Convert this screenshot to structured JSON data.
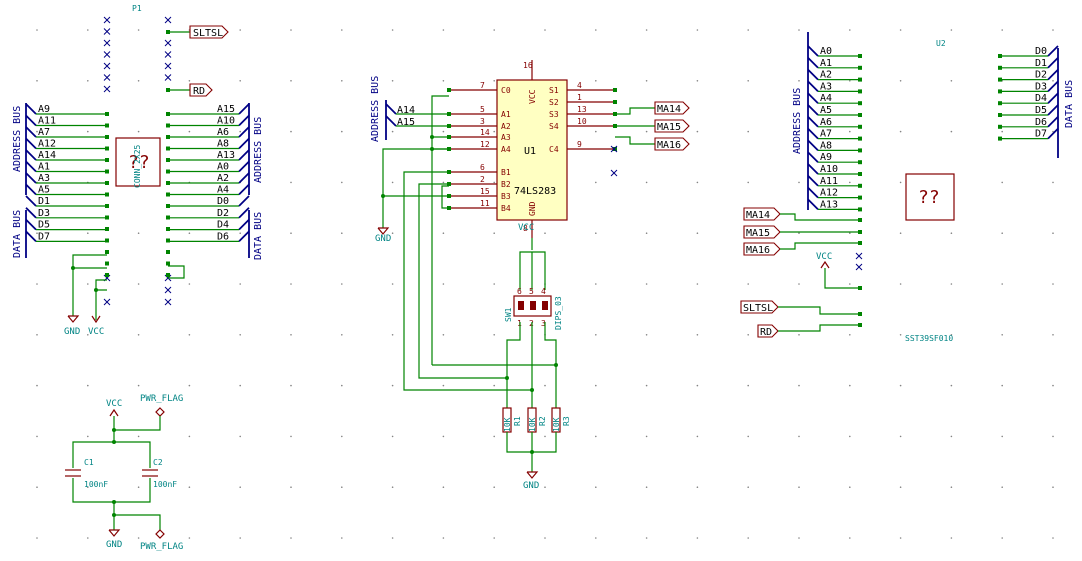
{
  "p1": {
    "ref": "P1",
    "value": "CONN_2X25",
    "left_bus": "ADDRESS BUS",
    "left_data_bus": "DATA BUS",
    "right_bus": "ADDRESS BUS",
    "right_data_bus": "DATA BUS",
    "left_address_labels": [
      "A9",
      "A11",
      "A7",
      "A12",
      "A14",
      "A1",
      "A3",
      "A5"
    ],
    "left_data_labels": [
      "D1",
      "D3",
      "D5",
      "D7"
    ],
    "right_address_labels": [
      "A15",
      "A10",
      "A6",
      "A8",
      "A13",
      "A0",
      "A2",
      "A4"
    ],
    "right_data_labels": [
      "D0",
      "D2",
      "D4",
      "D6"
    ],
    "global_labels": [
      "SLTSL",
      "RD"
    ],
    "power": [
      "GND",
      "VCC"
    ]
  },
  "u1": {
    "ref": "U1",
    "value": "74LS283",
    "bus_label": "ADDRESS BUS",
    "bus_entries": [
      "A14",
      "A15"
    ],
    "left_pins": [
      {
        "num": "7",
        "name": "C0"
      },
      {
        "num": "5",
        "name": "A1"
      },
      {
        "num": "3",
        "name": "A2"
      },
      {
        "num": "14",
        "name": "A3"
      },
      {
        "num": "12",
        "name": "A4"
      },
      {
        "num": "6",
        "name": "B1"
      },
      {
        "num": "2",
        "name": "B2"
      },
      {
        "num": "15",
        "name": "B3"
      },
      {
        "num": "11",
        "name": "B4"
      }
    ],
    "right_pins": [
      {
        "num": "4",
        "name": "S1"
      },
      {
        "num": "1",
        "name": "S2"
      },
      {
        "num": "13",
        "name": "S3"
      },
      {
        "num": "10",
        "name": "S4"
      },
      {
        "num": "9",
        "name": "C4"
      }
    ],
    "vcc_pin": {
      "num": "16",
      "name": "VCC"
    },
    "gnd_pin": {
      "num": "8",
      "name": "GND"
    },
    "outputs": [
      "MA14",
      "MA15",
      "MA16"
    ],
    "gnd": "GND"
  },
  "sw1": {
    "ref": "SW1",
    "value": "DIPS_03",
    "top_pins": [
      "6",
      "5",
      "4"
    ],
    "bottom_pins": [
      "1",
      "2",
      "3"
    ],
    "vcc": "VCC"
  },
  "resistors": [
    {
      "ref": "R1",
      "value": "10K"
    },
    {
      "ref": "R2",
      "value": "10K"
    },
    {
      "ref": "R3",
      "value": "10K"
    }
  ],
  "res_gnd": "GND",
  "caps": [
    {
      "ref": "C1",
      "value": "100nF"
    },
    {
      "ref": "C2",
      "value": "100nF"
    }
  ],
  "power_block": {
    "vcc": "VCC",
    "gnd": "GND",
    "flag_top": "PWR_FLAG",
    "flag_bottom": "PWR_FLAG"
  },
  "u2": {
    "ref": "U2",
    "value": "SST39SF010",
    "address_bus": "ADDRESS BUS",
    "data_bus": "DATA BUS",
    "address_labels": [
      "A0",
      "A1",
      "A2",
      "A3",
      "A4",
      "A5",
      "A6",
      "A7",
      "A8",
      "A9",
      "A10",
      "A11",
      "A12",
      "A13"
    ],
    "data_labels": [
      "D0",
      "D1",
      "D2",
      "D3",
      "D4",
      "D5",
      "D6",
      "D7"
    ],
    "inputs": [
      "MA14",
      "MA15",
      "MA16"
    ],
    "control": [
      "SLTSL",
      "RD"
    ],
    "vcc": "VCC",
    "unknown_symbol": "??"
  },
  "p1_unknown_symbol": "??"
}
